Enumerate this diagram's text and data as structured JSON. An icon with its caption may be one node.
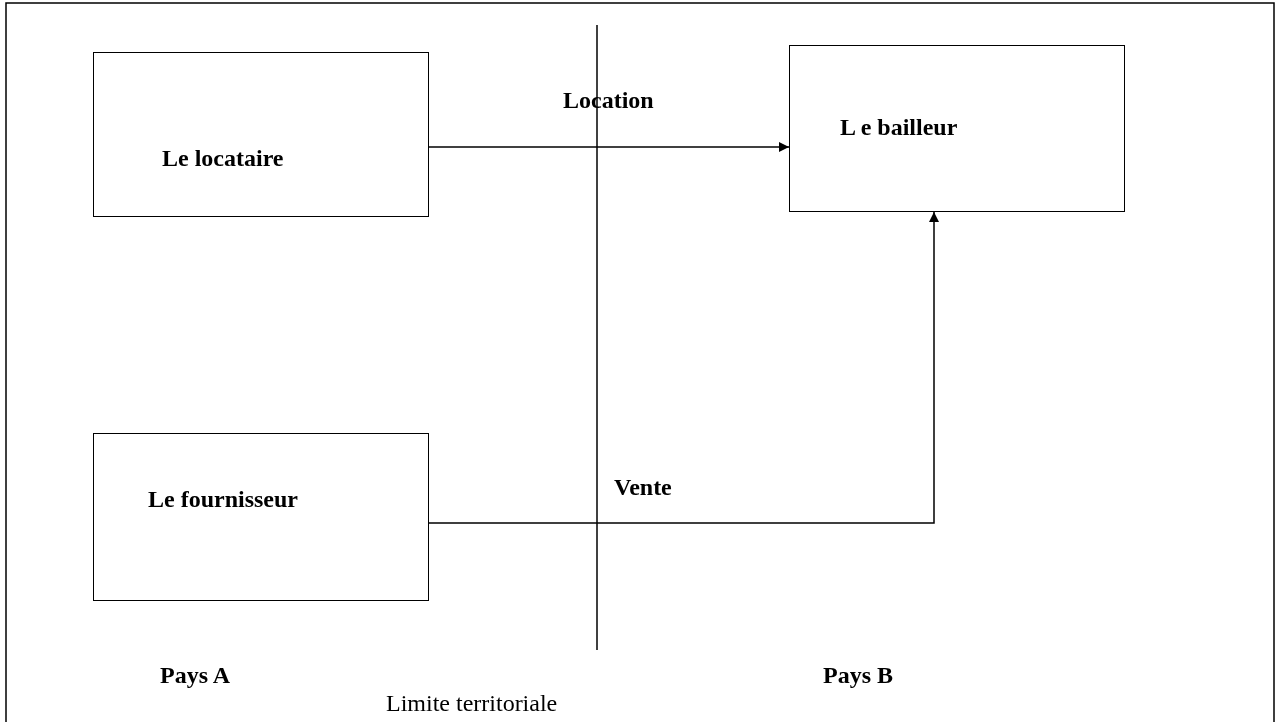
{
  "diagram": {
    "nodes": [
      {
        "text": [
          "Le locataire"
        ]
      },
      {
        "text": [
          "L e bailleur"
        ]
      },
      {
        "text": [
          "Le fournisseur"
        ]
      }
    ],
    "edges": [
      {
        "from": 0,
        "to": 1,
        "arrow": "to",
        "label": "Location"
      },
      {
        "from": 2,
        "to": 1,
        "arrow": "to",
        "label": "Vente"
      }
    ],
    "labels": [
      "Pays A",
      "Limite territoriale",
      "Pays B"
    ]
  }
}
